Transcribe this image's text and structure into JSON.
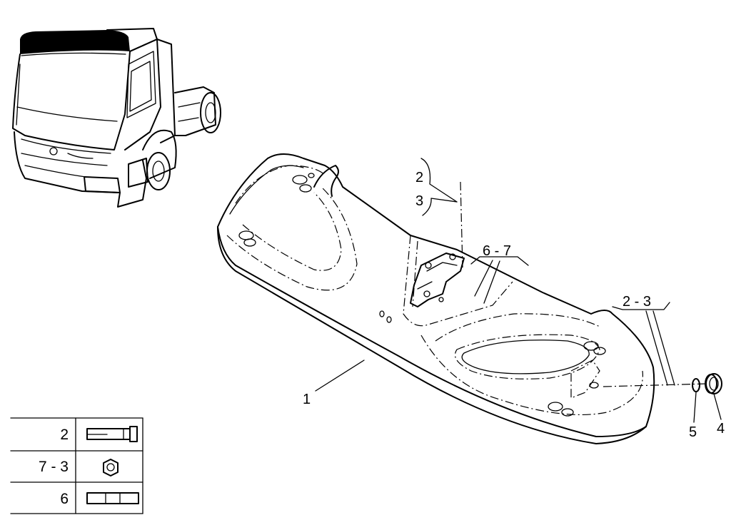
{
  "callouts": {
    "c1": "1",
    "c2": "2",
    "c3": "3",
    "c67": "6 - 7",
    "c23": "2 - 3",
    "c5": "5",
    "c4": "4"
  },
  "legend": {
    "rows": [
      {
        "label": "2",
        "icon": "bolt-icon"
      },
      {
        "label": "7 - 3",
        "icon": "hex-nut-icon"
      },
      {
        "label": "6",
        "icon": "spacer-icon"
      }
    ]
  }
}
